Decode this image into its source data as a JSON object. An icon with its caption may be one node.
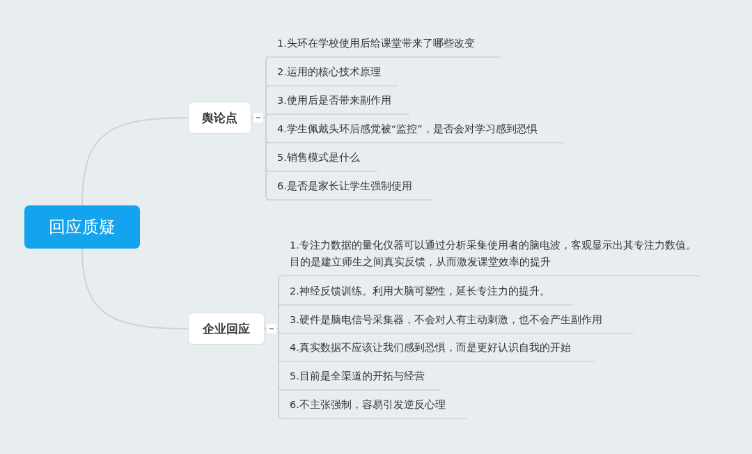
{
  "diagram": {
    "nodes": [
      {
        "text": [
          "回应质疑"
        ]
      },
      {
        "text": [
          "舆论点"
        ]
      },
      {
        "text": [
          "1.头环在学校使用后给课堂带来了哪些改变"
        ]
      },
      {
        "text": [
          "2.运用的核心技术原理"
        ]
      },
      {
        "text": [
          "3.使用后是否带来副作用"
        ]
      },
      {
        "text": [
          "4.学生佩戴头环后感觉被“监控”，是否会对学习感到恐惧"
        ]
      },
      {
        "text": [
          "5.销售模式是什么"
        ]
      },
      {
        "text": [
          "6.是否是家长让学生强制使用"
        ]
      },
      {
        "text": [
          "企业回应"
        ]
      },
      {
        "text": [
          "1.专注力数据的量化仪器可以通过分析采集使用者的脑电波，客观显示出其专注力数值。目的是建立师生之间真实反馈，从而激发课堂效率的提升"
        ]
      },
      {
        "text": [
          "2.神经反馈训练。利用大脑可塑性，延长专注力的提升。"
        ]
      },
      {
        "text": [
          "3.硬件是脑电信号采集器，不会对人有主动刺激，也不会产生副作用"
        ]
      },
      {
        "text": [
          "4.真实数据不应该让我们感到恐惧，而是更好认识自我的开始"
        ]
      },
      {
        "text": [
          "5.目前是全渠道的开拓与经营"
        ]
      },
      {
        "text": [
          "6.不主张强制，容易引发逆反心理"
        ]
      }
    ],
    "edges": [
      {
        "from": 0,
        "to": 1,
        "arrow": "none"
      },
      {
        "from": 0,
        "to": 8,
        "arrow": "none"
      },
      {
        "from": 1,
        "to": 2,
        "arrow": "none"
      },
      {
        "from": 1,
        "to": 3,
        "arrow": "none"
      },
      {
        "from": 1,
        "to": 4,
        "arrow": "none"
      },
      {
        "from": 1,
        "to": 5,
        "arrow": "none"
      },
      {
        "from": 1,
        "to": 6,
        "arrow": "none"
      },
      {
        "from": 1,
        "to": 7,
        "arrow": "none"
      },
      {
        "from": 8,
        "to": 9,
        "arrow": "none"
      },
      {
        "from": 8,
        "to": 10,
        "arrow": "none"
      },
      {
        "from": 8,
        "to": 11,
        "arrow": "none"
      },
      {
        "from": 8,
        "to": 12,
        "arrow": "none"
      },
      {
        "from": 8,
        "to": 13,
        "arrow": "none"
      },
      {
        "from": 8,
        "to": 14,
        "arrow": "none"
      }
    ]
  }
}
